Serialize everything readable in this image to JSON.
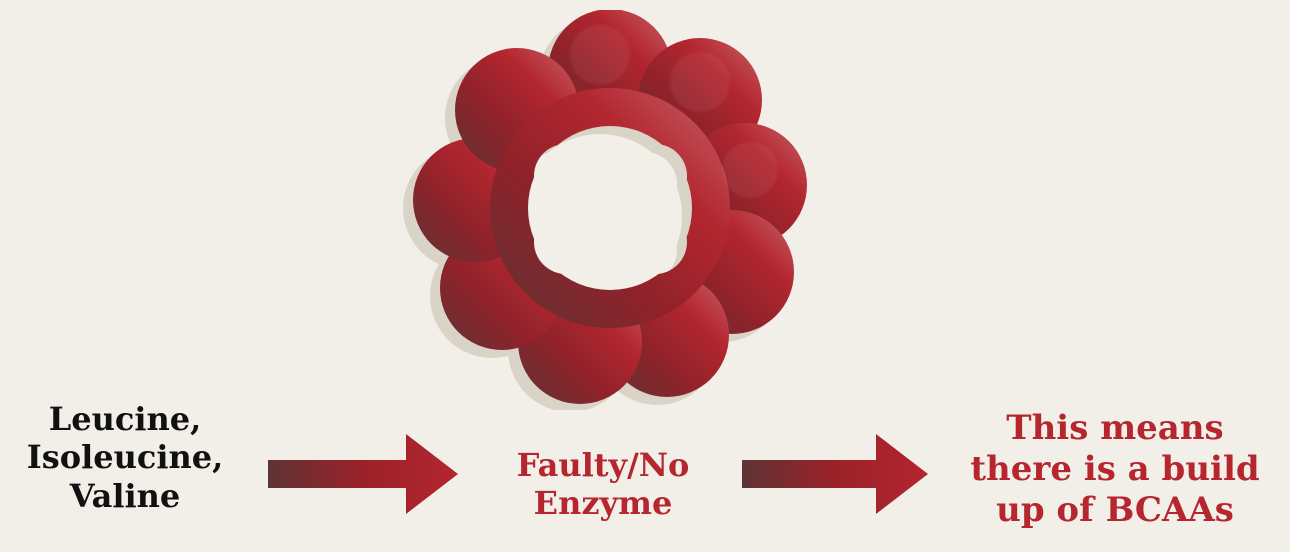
{
  "colors": {
    "background": "#f2efe9",
    "accent": "#b5262f",
    "dark_text": "#111111"
  },
  "enzyme": {
    "icon": "enzyme-ring-icon"
  },
  "substrates": {
    "lines": [
      "Leucine,",
      "Isoleucine,",
      "Valine"
    ]
  },
  "enzyme_label": {
    "lines": [
      "Faulty/No",
      "Enzyme"
    ]
  },
  "result": {
    "lines": [
      "This means",
      "there is a build",
      "up of BCAAs"
    ]
  },
  "arrows": {
    "icon": "right-arrow-icon"
  }
}
